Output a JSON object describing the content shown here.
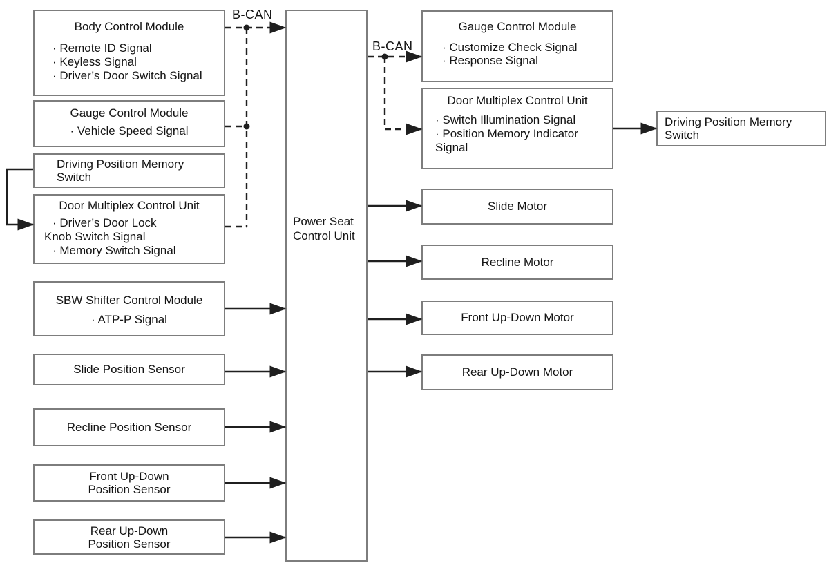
{
  "colors": {
    "background": "#ffffff",
    "box_border": "#7d7d7d",
    "line": "#1f1f1f",
    "text": "#141414"
  },
  "labels": {
    "bcan_left": "B-CAN",
    "bcan_right": "B-CAN"
  },
  "center": {
    "title": "Power Seat Control Unit"
  },
  "left_column": [
    {
      "title": "Body Control Module",
      "lines": [
        "· Remote ID Signal",
        "· Keyless Signal",
        "· Driver’s Door Switch Signal"
      ]
    },
    {
      "title": "Gauge Control Module",
      "lines": [
        "· Vehicle Speed Signal"
      ]
    },
    {
      "title": "Driving Position Memory Switch",
      "lines": []
    },
    {
      "title": "Door Multiplex Control Unit",
      "lines": [
        "· Driver’s Door Lock",
        "Knob Switch Signal",
        "· Memory Switch Signal"
      ]
    },
    {
      "title": "SBW Shifter Control Module",
      "lines": [
        "· ATP-P Signal"
      ]
    },
    {
      "title": "Slide Position Sensor",
      "lines": []
    },
    {
      "title": "Recline Position Sensor",
      "lines": []
    },
    {
      "title": "Front Up-Down Position Sensor",
      "lines": []
    },
    {
      "title": "Rear Up-Down Position Sensor",
      "lines": []
    }
  ],
  "right_column": [
    {
      "title": "Gauge Control Module",
      "lines": [
        "· Customize Check Signal",
        "· Response Signal"
      ]
    },
    {
      "title": "Door Multiplex Control Unit",
      "lines": [
        "· Switch Illumination Signal",
        "· Position Memory Indicator",
        "Signal"
      ]
    },
    {
      "title": "Driving Position Memory Switch",
      "lines": []
    },
    {
      "title": "Slide Motor",
      "lines": []
    },
    {
      "title": "Recline Motor",
      "lines": []
    },
    {
      "title": "Front Up-Down Motor",
      "lines": []
    },
    {
      "title": "Rear Up-Down Motor",
      "lines": []
    }
  ]
}
